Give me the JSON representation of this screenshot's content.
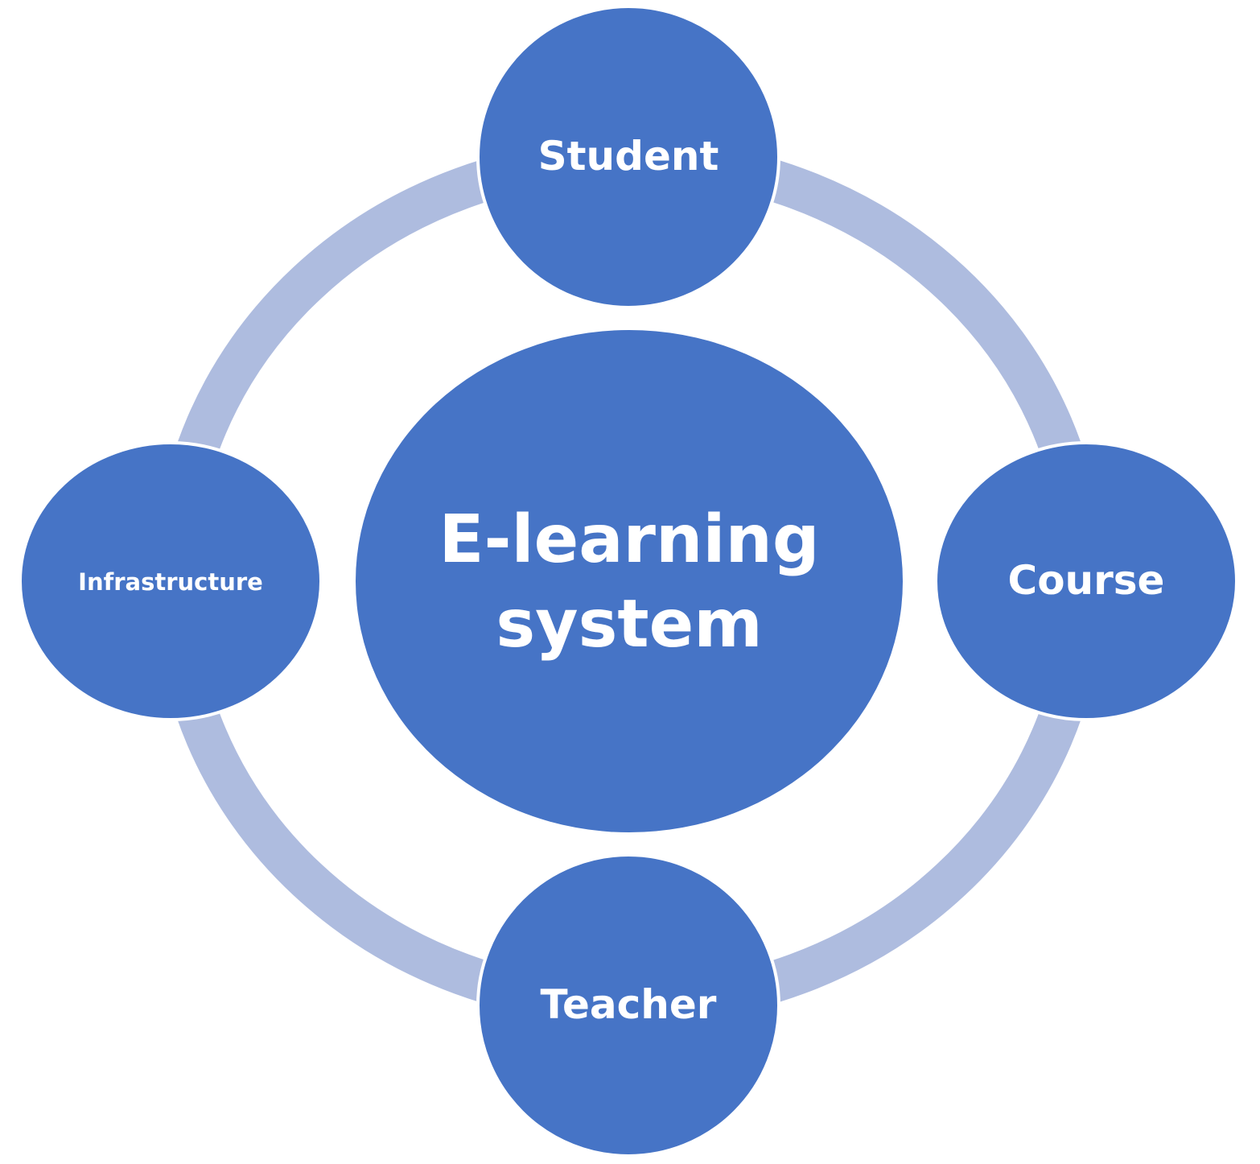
{
  "colors": {
    "node_fill": "#4674C6",
    "ring": "#AEBCDF",
    "label_text": "#FFFFFF",
    "background": "#FFFFFF"
  },
  "center": {
    "line1": "E-learning",
    "line2": "system"
  },
  "nodes": {
    "student": "Student",
    "course": "Course",
    "teacher": "Teacher",
    "infrastructure": "Infrastructure"
  }
}
